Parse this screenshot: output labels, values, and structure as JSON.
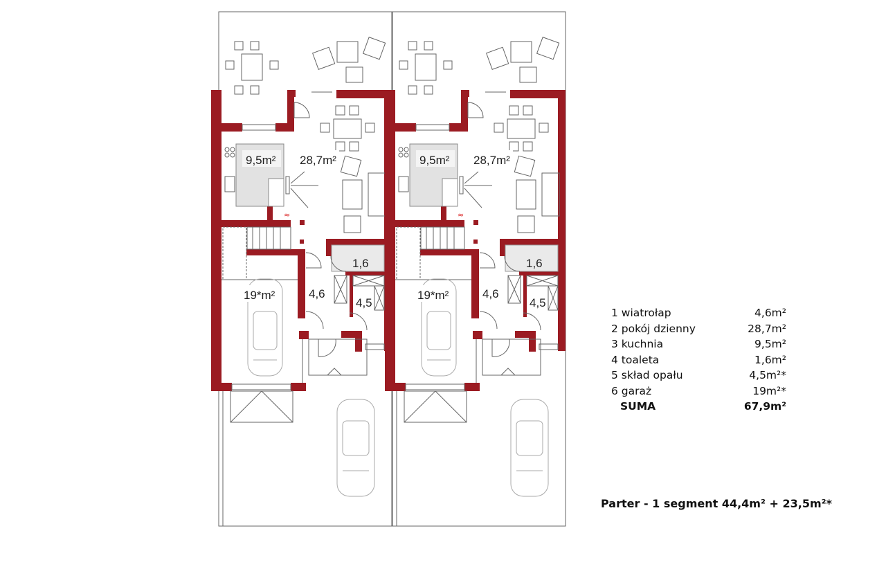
{
  "colors": {
    "wall": "#9b1b22",
    "kitchen_fill": "#e2e2e2"
  },
  "plan": {
    "room_labels": {
      "kitchen": "9,5m²",
      "living": "28,7m²",
      "toilet": "1,6",
      "vestibule": "4,6",
      "storage": "4,5",
      "garage": "19*m²"
    }
  },
  "legend": {
    "rooms": [
      {
        "name": "1 wiatrołap",
        "area": "4,6m²"
      },
      {
        "name": "2 pokój dzienny",
        "area": "28,7m²"
      },
      {
        "name": "3 kuchnia",
        "area": "9,5m²"
      },
      {
        "name": "4 toaleta",
        "area": "1,6m²"
      },
      {
        "name": "5 skład opału",
        "area": "4,5m²*"
      },
      {
        "name": "6 garaż",
        "area": "19m²*"
      }
    ],
    "total_label": "SUMA",
    "total_value": "67,9m²"
  },
  "footer": "Parter - 1 segment 44,4m² + 23,5m²*"
}
